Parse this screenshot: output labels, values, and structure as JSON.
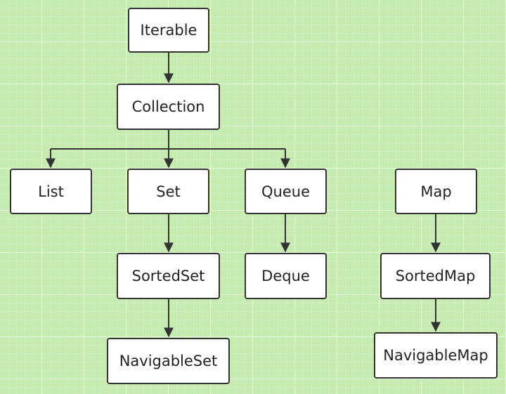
{
  "diagram": {
    "nodes": {
      "iterable": "Iterable",
      "collection": "Collection",
      "list": "List",
      "set": "Set",
      "queue": "Queue",
      "map": "Map",
      "sortedset": "SortedSet",
      "deque": "Deque",
      "sortedmap": "SortedMap",
      "navigableset": "NavigableSet",
      "navigablemap": "NavigableMap"
    },
    "edges": [
      {
        "from": "Iterable",
        "to": "Collection"
      },
      {
        "from": "Collection",
        "to": "List"
      },
      {
        "from": "Collection",
        "to": "Set"
      },
      {
        "from": "Collection",
        "to": "Queue"
      },
      {
        "from": "Set",
        "to": "SortedSet"
      },
      {
        "from": "SortedSet",
        "to": "NavigableSet"
      },
      {
        "from": "Queue",
        "to": "Deque"
      },
      {
        "from": "Map",
        "to": "SortedMap"
      },
      {
        "from": "SortedMap",
        "to": "NavigableMap"
      }
    ]
  },
  "colors": {
    "background": "#c5ebb0",
    "node_fill": "#ffffff",
    "node_border": "#333333",
    "edge": "#333333"
  }
}
